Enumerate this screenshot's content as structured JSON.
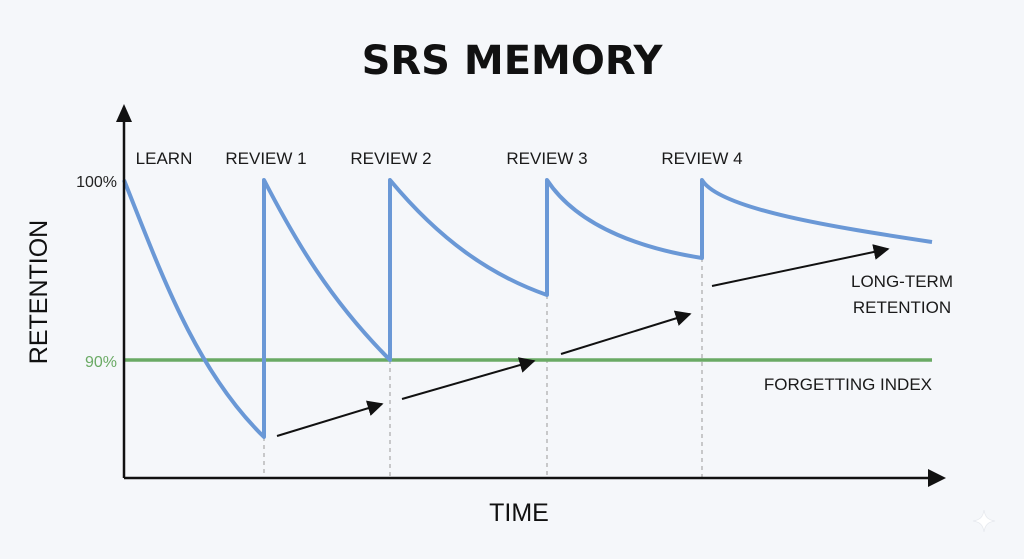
{
  "chart_data": {
    "type": "line",
    "title": "SRS MEMORY",
    "xlabel": "TIME",
    "ylabel": "RETENTION",
    "y_ticks": [
      {
        "label": "100%",
        "value": 100
      },
      {
        "label": "90%",
        "value": 90
      }
    ],
    "forgetting_index": {
      "label": "FORGETTING INDEX",
      "value": 90,
      "color": "#6aaa64"
    },
    "events": [
      "LEARN",
      "REVIEW 1",
      "REVIEW 2",
      "REVIEW 3",
      "REVIEW 4"
    ],
    "memory_color": "#6a98d6",
    "trend_label": [
      "LONG-TERM",
      "RETENTION"
    ],
    "axis_color": "#111111",
    "tick_color_100": "#222222"
  }
}
